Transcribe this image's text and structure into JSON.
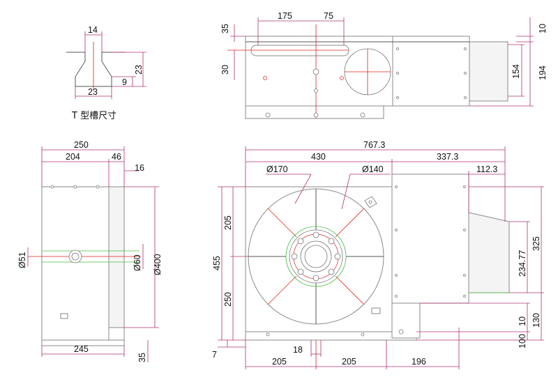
{
  "drawing": {
    "t_slot": {
      "caption": "T 型槽尺寸",
      "dims": [
        "14",
        "23",
        "9",
        "23"
      ]
    },
    "top_view": {
      "dims": [
        "175",
        "75",
        "35",
        "30",
        "10",
        "154",
        "194"
      ]
    },
    "side_view": {
      "dims": [
        "250",
        "204",
        "46",
        "16",
        "Ø51",
        "Ø60",
        "Ø400",
        "245",
        "35"
      ]
    },
    "front_view": {
      "dims": [
        "767.3",
        "430",
        "337.3",
        "112.3",
        "Ø170",
        "Ø140",
        "205",
        "455",
        "250",
        "234.77",
        "325",
        "10",
        "130",
        "100",
        "7",
        "18",
        "205",
        "205",
        "196"
      ]
    }
  },
  "colors": {
    "outline": "#8a8a8a",
    "dimension": "#b03070",
    "center": "#e02020",
    "accent": "#40c040"
  }
}
